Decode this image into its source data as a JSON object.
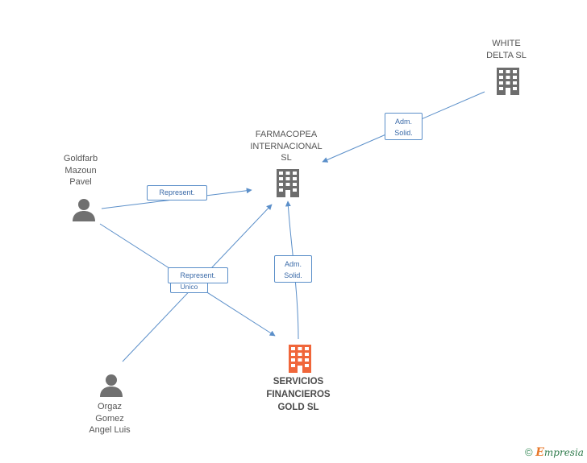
{
  "nodes": {
    "white_delta": {
      "lines": [
        "WHITE",
        "DELTA SL"
      ]
    },
    "farmacopea": {
      "lines": [
        "FARMACOPEA",
        "INTERNACIONAL",
        "SL"
      ]
    },
    "servicios": {
      "lines": [
        "SERVICIOS",
        "FINANCIEROS",
        "GOLD SL"
      ]
    },
    "goldfarb": {
      "lines": [
        "Goldfarb",
        "Mazoun",
        "Pavel"
      ]
    },
    "orgaz": {
      "lines": [
        "Orgaz",
        "Gomez",
        "Angel Luis"
      ]
    }
  },
  "relations": {
    "adm_solid_top": [
      "Adm.",
      "Solid."
    ],
    "represent_top": [
      "Represent."
    ],
    "adm_solid_mid": [
      "Adm.",
      "Solid."
    ],
    "represent_unico": [
      "Represent."
    ],
    "unico": [
      "Unico"
    ]
  },
  "footer": {
    "copyright": "©",
    "brand_first": "E",
    "brand_rest": "mpresia"
  },
  "colors": {
    "company": "#6d6d6d",
    "main_company": "#f0663a",
    "person": "#707070",
    "edge": "#5b8fc9"
  }
}
